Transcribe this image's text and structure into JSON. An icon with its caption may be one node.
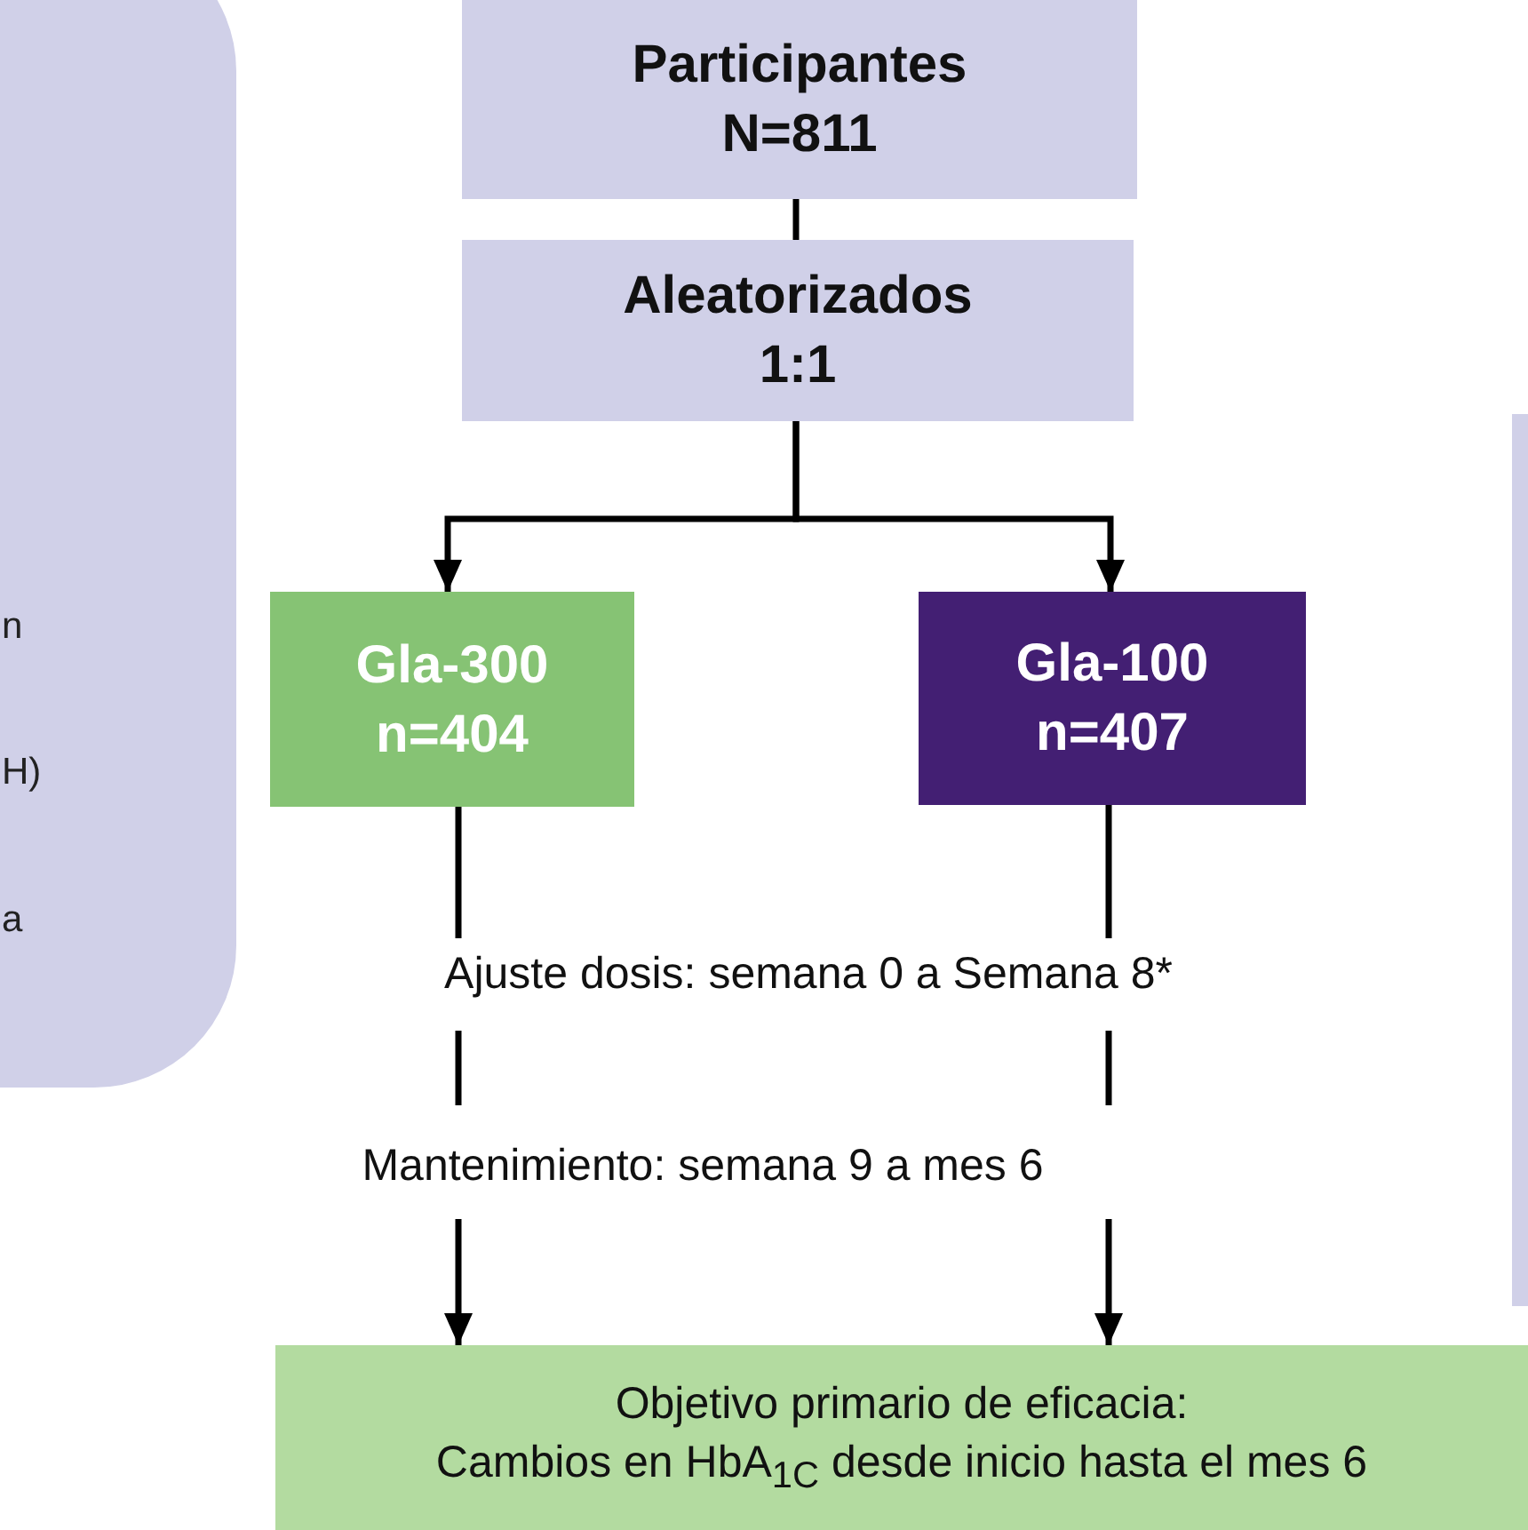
{
  "diagram": {
    "nodes": [
      {
        "text": [
          "n",
          "H)",
          "a"
        ]
      },
      {
        "text": [
          "Participantes N=811"
        ]
      },
      {
        "text": [
          "Aleatorizados 1:1"
        ]
      },
      {
        "text": [
          "Gla-300 n=404"
        ]
      },
      {
        "text": [
          "Gla-100 n=407"
        ]
      },
      {
        "text": [
          "Ajuste dosis: semana 0 a Semana 8*"
        ]
      },
      {
        "text": [
          "Mantenimiento: semana 9 a mes 6"
        ]
      },
      {
        "text": [
          "Objetivo primario de eficacia:",
          "Cambios en HbA$_{1C}$ desde inicio hasta el mes 6"
        ]
      }
    ],
    "edges": [
      {
        "from": 1,
        "to": 2,
        "arrow": "none"
      },
      {
        "from": 2,
        "to": 3,
        "arrow": "to"
      },
      {
        "from": 2,
        "to": 4,
        "arrow": "to"
      },
      {
        "from": 3,
        "to": 5,
        "arrow": "none"
      },
      {
        "from": 4,
        "to": 5,
        "arrow": "none"
      },
      {
        "from": 5,
        "to": 6,
        "arrow": "none"
      },
      {
        "from": 5,
        "to": 6,
        "arrow": "none"
      },
      {
        "from": 6,
        "to": 7,
        "arrow": "to"
      },
      {
        "from": 6,
        "to": 7,
        "arrow": "to"
      }
    ]
  }
}
